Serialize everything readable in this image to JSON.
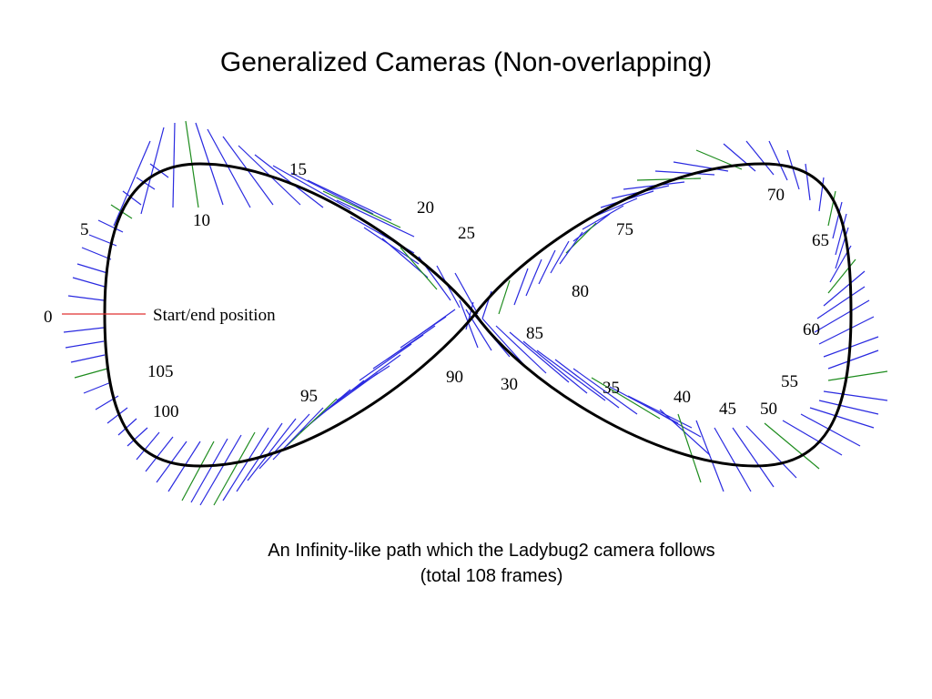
{
  "title": "Generalized Cameras (Non-overlapping)",
  "figure": {
    "start_label": "Start/end position",
    "frame_labels": [
      "0",
      "5",
      "10",
      "15",
      "20",
      "25",
      "30",
      "35",
      "40",
      "45",
      "50",
      "55",
      "60",
      "65",
      "70",
      "75",
      "80",
      "85",
      "90",
      "95",
      "100",
      "105"
    ],
    "colors": {
      "path": "#000000",
      "camera_ray": "#2a2ae0",
      "camera_ray_alt": "#1e8c1e",
      "start_marker": "#e03030"
    }
  },
  "caption": {
    "line1": "An Infinity-like path which the Ladybug2 camera follows",
    "line2": "(total 108 frames)"
  }
}
